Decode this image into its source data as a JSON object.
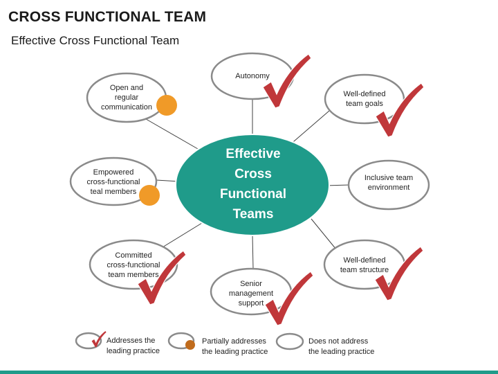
{
  "header": {
    "title": "CROSS FUNCTIONAL TEAM",
    "subtitle": "Effective Cross Functional Team"
  },
  "colors": {
    "hub_fill": "#1f9b8a",
    "check": "#c0373a",
    "partial_dot": "#f09a28",
    "legend_partial_dot": "#c06b1c",
    "outline": "#7f7f7f"
  },
  "hub": {
    "lines": [
      "Effective",
      "Cross",
      "Functional",
      "Teams"
    ]
  },
  "nodes": [
    {
      "id": "autonomy",
      "lines": [
        "Autonomy"
      ],
      "status": "addresses"
    },
    {
      "id": "goals",
      "lines": [
        "Well-defined",
        "team goals"
      ],
      "status": "addresses"
    },
    {
      "id": "inclusive",
      "lines": [
        "Inclusive team",
        "environment"
      ],
      "status": "does-not-address"
    },
    {
      "id": "structure",
      "lines": [
        "Well-defined",
        "team structure"
      ],
      "status": "addresses"
    },
    {
      "id": "senior",
      "lines": [
        "Senior",
        "management",
        "support"
      ],
      "status": "addresses"
    },
    {
      "id": "committed",
      "lines": [
        "Committed",
        "cross-functional",
        "team members"
      ],
      "status": "addresses"
    },
    {
      "id": "empowered",
      "lines": [
        "Empowered",
        "cross-functional",
        "teal members"
      ],
      "status": "partially-addresses"
    },
    {
      "id": "communication",
      "lines": [
        "Open and",
        "regular",
        "communication"
      ],
      "status": "partially-addresses"
    }
  ],
  "legend": {
    "addresses": [
      "Addresses the",
      "leading practice"
    ],
    "partial": [
      "Partially addresses",
      "the leading practice"
    ],
    "none": [
      "Does not address",
      "the leading practice"
    ]
  }
}
